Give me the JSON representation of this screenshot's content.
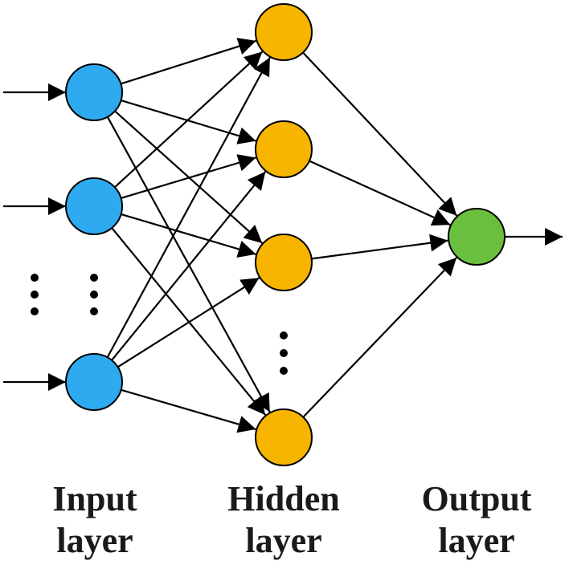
{
  "colors": {
    "input_node": "#2eaaf0",
    "hidden_node": "#f7b500",
    "output_node": "#6bbf3f",
    "edge": "#000000"
  },
  "labels": {
    "input": {
      "line1": "Input",
      "line2": "layer"
    },
    "hidden": {
      "line1": "Hidden",
      "line2": "layer"
    },
    "output": {
      "line1": "Output",
      "line2": "layer"
    }
  }
}
